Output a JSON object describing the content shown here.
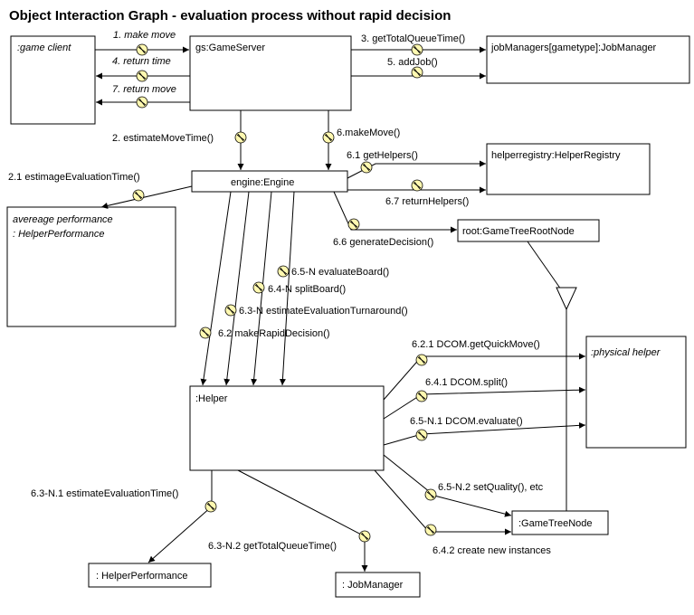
{
  "title": "Object Interaction Graph - evaluation process without rapid decision",
  "objects": {
    "game_client": ":game client",
    "game_server": "gs:GameServer",
    "job_managers": "jobManagers[gametype]:JobManager",
    "engine": "engine:Engine",
    "helper_registry": "helperregistry:HelperRegistry",
    "average_perf_line1": "avereage performance",
    "average_perf_line2": ": HelperPerformance",
    "root_node": "root:GameTreeRootNode",
    "physical_helper": ":physical helper",
    "helper": ":Helper",
    "game_tree_node": ":GameTreeNode",
    "helper_performance": ": HelperPerformance",
    "job_manager": ": JobManager"
  },
  "messages": {
    "m1": "1. make move",
    "m4": "4. return time",
    "m7": "7. return move",
    "m3": "3. getTotalQueueTime()",
    "m5": "5. addJob()",
    "m2": "2. estimateMoveTime()",
    "m6": "6.makeMove()",
    "m21": "2.1 estimageEvaluationTime()",
    "m61": "6.1 getHelpers()",
    "m67": "6.7 returnHelpers()",
    "m66": "6.6 generateDecision()",
    "m65n": "6.5-N evaluateBoard()",
    "m64n": "6.4-N splitBoard()",
    "m63n": "6.3-N estimateEvaluationTurnaround()",
    "m62": "6.2 makeRapidDecision()",
    "m621": "6.2.1 DCOM.getQuickMove()",
    "m641": "6.4.1 DCOM.split()",
    "m65n1": "6.5-N.1 DCOM.evaluate()",
    "m65n2": "6.5-N.2 setQuality(), etc",
    "m642": "6.4.2 create new instances",
    "m63n1": "6.3-N.1 estimateEvaluationTime()",
    "m63n2": "6.3-N.2 getTotalQueueTime()"
  }
}
